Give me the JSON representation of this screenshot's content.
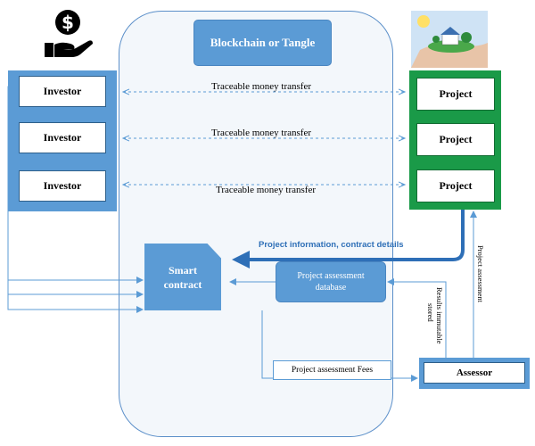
{
  "diagram": {
    "chain_title": "Blockchain or Tangle",
    "investors": [
      "Investor",
      "Investor",
      "Investor"
    ],
    "projects": [
      "Project",
      "Project",
      "Project"
    ],
    "transfers": [
      "Traceable money transfer",
      "Traceable money transfer",
      "Traceable money transfer"
    ],
    "smart_contract": {
      "line1": "Smart",
      "line2": "contract"
    },
    "assessment_db": {
      "line1": "Project assessment",
      "line2": "database"
    },
    "info_label": "Project information, contract details",
    "fees_label": "Project assessment Fees",
    "assessor": "Assessor",
    "results_label_line1": "Results immutable",
    "results_label_line2": "stored",
    "project_assessment_label": "Project assessment",
    "colors": {
      "blue": "#5b9bd5",
      "green": "#1a9a48",
      "arrow_blue": "#2e6fb7"
    },
    "icons": [
      "money-hand-icon",
      "eco-house-hand-icon"
    ]
  }
}
